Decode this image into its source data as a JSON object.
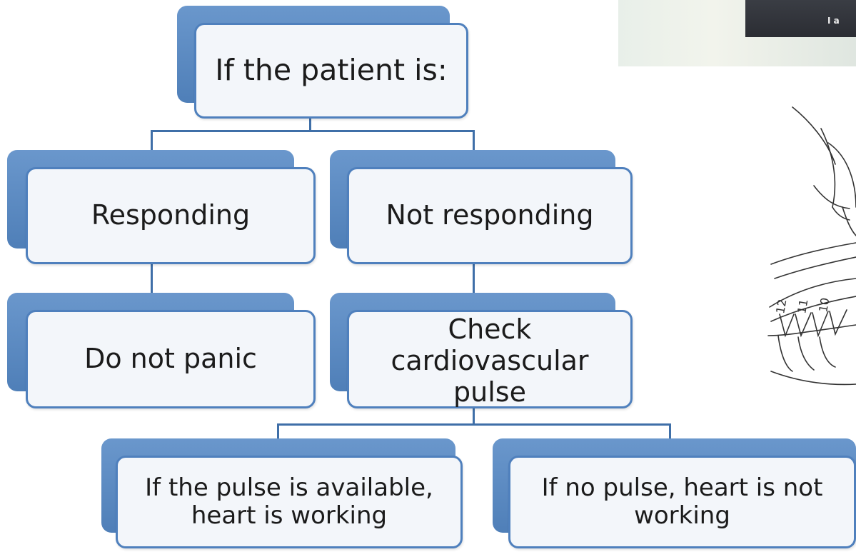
{
  "diagram": {
    "root": {
      "label": "If the patient is:"
    },
    "responding": {
      "label": "Responding"
    },
    "not_responding": {
      "label": "Not responding"
    },
    "do_not_panic": {
      "label": "Do not panic"
    },
    "check_pulse": {
      "label": "Check cardiovascular pulse"
    },
    "pulse_available": {
      "label": "If the pulse is available, heart is working"
    },
    "no_pulse": {
      "label": "If no pulse, heart is not working"
    }
  },
  "photo": {
    "caption": "I a"
  },
  "illustration": {
    "vertebra_labels": [
      "12",
      "11",
      "10"
    ]
  },
  "colors": {
    "node_fill": "#f3f6fa",
    "node_border": "#4f80bd",
    "node_shadow": "#5b8bc4",
    "connector": "#3f6fa8"
  }
}
